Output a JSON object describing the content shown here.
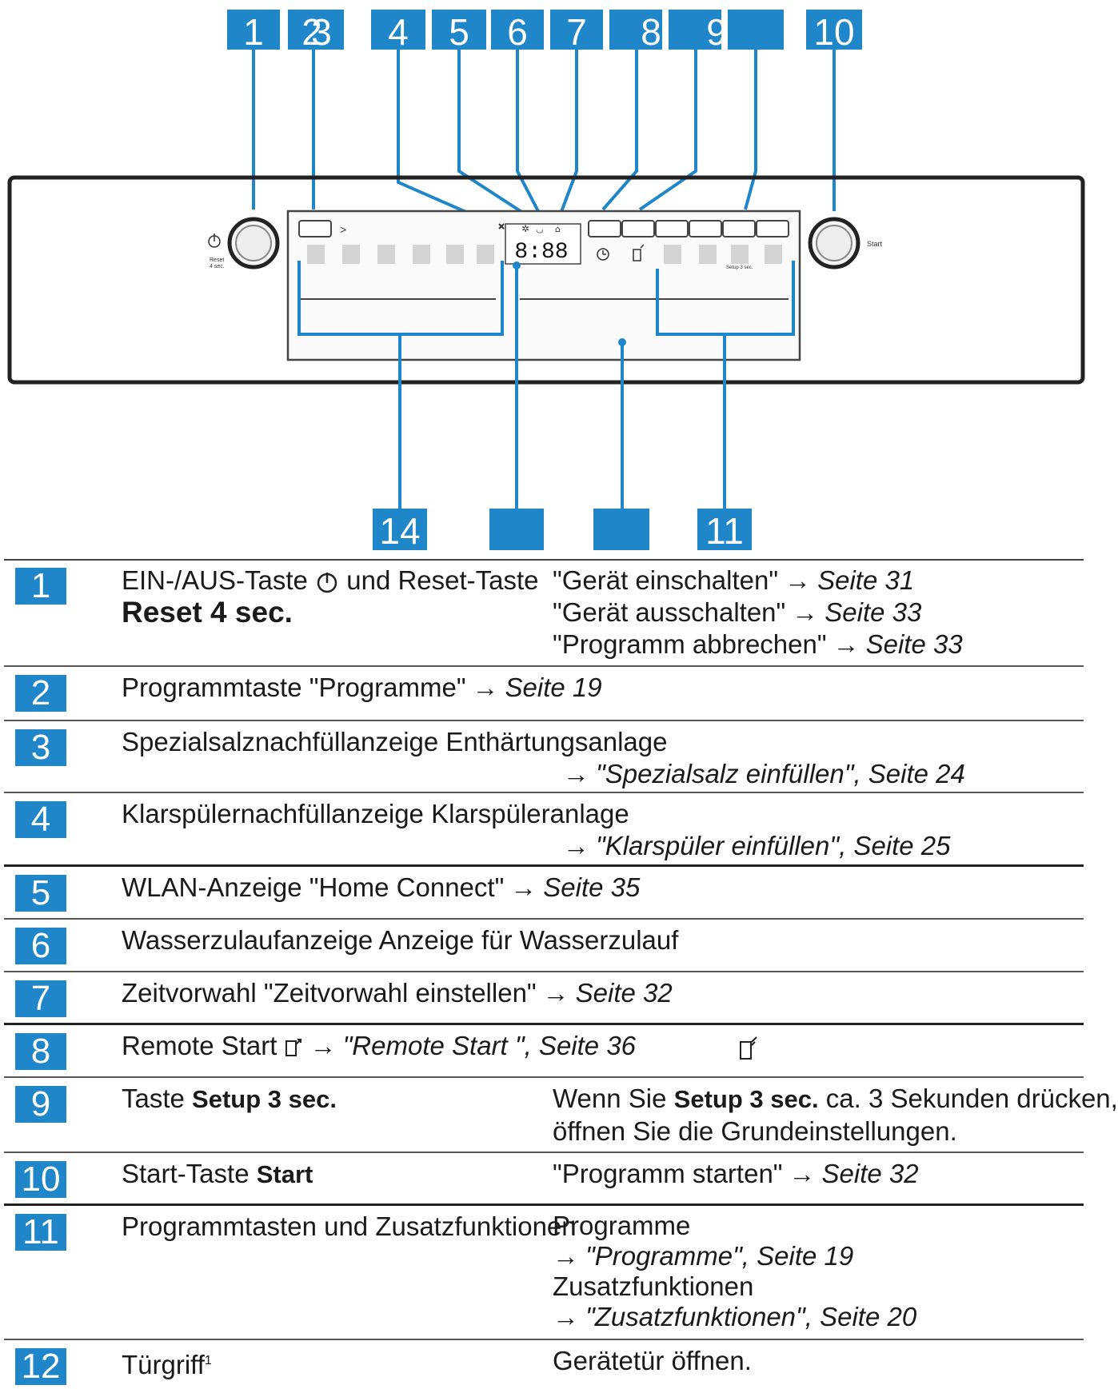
{
  "callouts_top": [
    "1",
    "2",
    "3",
    "4",
    "5",
    "6",
    "7",
    "8",
    "9",
    "",
    "10"
  ],
  "callouts_bottom": [
    "14",
    "",
    "",
    "11"
  ],
  "panel": {
    "display": "8:88",
    "start_label": "Start",
    "setup_label": "Setup 3 sec.",
    "reset_label": "Reset 4 sec.",
    "prog_glyph": ">"
  },
  "icons": {
    "power": "power-icon",
    "remote": "remote-start-icon",
    "phone": "phone-icon",
    "timer": "timer-icon",
    "salt": "salt-icon",
    "rinse": "rinse-aid-icon",
    "wifi": "wifi-icon",
    "water": "water-tap-icon"
  },
  "colors": {
    "badge": "#1f87c9",
    "line": "#555555"
  },
  "rows": [
    {
      "num": "1",
      "a1": "EIN-/AUS-Taste",
      "a2": "und Reset-Taste",
      "a3": "Reset 4 sec.",
      "b1": "\"Gerät einschalten\"",
      "b1p": "Seite 31",
      "b2": "\"Gerät ausschalten\"",
      "b2p": "Seite 33",
      "b3": "\"Programm abbrechen\"",
      "b3p": "Seite 33"
    },
    {
      "num": "2",
      "a1": "Programmtaste \"Programme\"",
      "a1p": "Seite 19"
    },
    {
      "num": "3",
      "a1": "Spezialsalznachfüllanzeige Enthärtungsanlage",
      "a2": "\"Spezialsalz einfüllen\", Seite 24"
    },
    {
      "num": "4",
      "a1": "Klarspülernachfüllanzeige Klarspüleranlage",
      "a2": "\"Klarspüler einfüllen\", Seite 25"
    },
    {
      "num": "5",
      "a1": "WLAN-Anzeige \"Home Connect\"",
      "a1p": "Seite 35"
    },
    {
      "num": "6",
      "a1": "Wasserzulaufanzeige Anzeige für Wasserzulauf"
    },
    {
      "num": "7",
      "a1": "Zeitvorwahl \"Zeitvorwahl einstellen\"",
      "a1p": "Seite 32"
    },
    {
      "num": "8",
      "a1": "Remote Start",
      "a1p": "\"Remote Start  \", Seite 36"
    },
    {
      "num": "9",
      "a1": "Taste",
      "a2": "Setup 3 sec.",
      "b1": "Wenn Sie",
      "b2": "Setup 3 sec.",
      "b3": "ca. 3 Sekunden drücken,",
      "b4": "öffnen Sie die Grundeinstellungen."
    },
    {
      "num": "10",
      "a1": "Start-Taste",
      "a2": "Start",
      "b1": "\"Programm starten\"",
      "b1p": "Seite 32"
    },
    {
      "num": "11",
      "a1": "Programmtasten und Zusatzfunktionen",
      "b1": "Programme",
      "b2": "\"Programme\", Seite 19",
      "b3": "Zusatzfunktionen",
      "b4": "\"Zusatzfunktionen\", Seite 20"
    },
    {
      "num": "12",
      "a1": "Türgriff",
      "a1s": "1",
      "b1": "Gerätetür öffnen."
    }
  ]
}
